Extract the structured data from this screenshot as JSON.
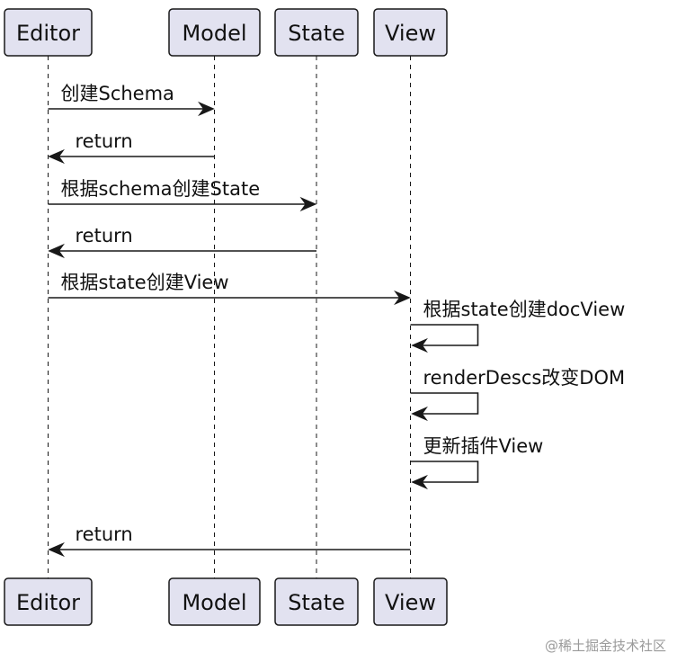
{
  "participants": [
    {
      "id": "editor",
      "label": "Editor"
    },
    {
      "id": "model",
      "label": "Model"
    },
    {
      "id": "state",
      "label": "State"
    },
    {
      "id": "view",
      "label": "View"
    }
  ],
  "messages": [
    {
      "from": "editor",
      "to": "model",
      "label": "创建Schema"
    },
    {
      "from": "model",
      "to": "editor",
      "label": "return"
    },
    {
      "from": "editor",
      "to": "state",
      "label": "根据schema创建State"
    },
    {
      "from": "state",
      "to": "editor",
      "label": "return"
    },
    {
      "from": "editor",
      "to": "view",
      "label": "根据state创建View"
    },
    {
      "from": "view",
      "to": "view",
      "label": "根据state创建docView"
    },
    {
      "from": "view",
      "to": "view",
      "label": "renderDescs改变DOM"
    },
    {
      "from": "view",
      "to": "view",
      "label": "更新插件View"
    },
    {
      "from": "view",
      "to": "editor",
      "label": "return"
    }
  ],
  "watermark": "@稀土掘金技术社区",
  "colors": {
    "participant_fill": "#e2e2f0",
    "line": "#181818",
    "text": "#111111",
    "watermark": "#9a9a9a"
  }
}
